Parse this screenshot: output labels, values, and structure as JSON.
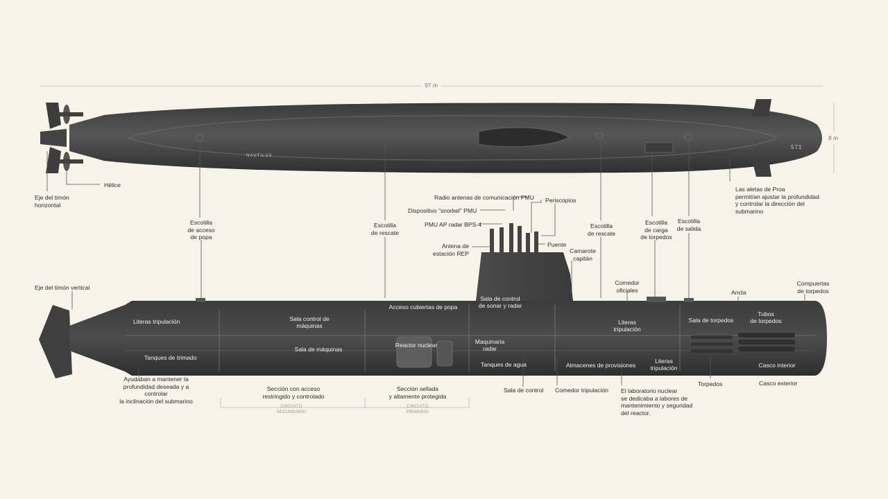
{
  "dimensions": {
    "length": "97 m",
    "height": "8 m"
  },
  "hull_markings": {
    "name": "NAUTILUS",
    "number": "571"
  },
  "top_view_labels": {
    "eje_timon_horizontal": "Eje del timón\nhorizontal",
    "helice": "Hélice",
    "aletas_proa": "Las aletas de Proa\npermitían ajustar la profundidad\ny controlar la dirección del\nsubmarino"
  },
  "exterior_labels": {
    "eje_timon_vertical": "Eje del timón vertical",
    "escotilla_popa": "Escotilla\nde acceso\nde popa",
    "escotilla_rescate_1": "Escotilla\nde rescate",
    "radio_antenas": "Radio antenas de comunicación PMU",
    "snorkel": "Dispositivo \"snorkel\" PMU",
    "radar_bps4": "PMU AP radar BPS-4",
    "antena_rep": "Antena de\nestación REP",
    "periscopios": "Periscopios",
    "puente": "Puente",
    "camarote_capitan": "Camarote\ncapitán",
    "escotilla_rescate_2": "Escotilla\nde rescate",
    "escotilla_carga": "Escotilla\nde carga\nde torpedos",
    "escotilla_salida": "Escotilla\nde salida",
    "comedor_oficiales": "Comedor\noficiales",
    "ancla": "Ancla",
    "compuertas_torpedos": "Compuertas\nde torpedos"
  },
  "interior_labels": {
    "literas_tripulacion_1": "Literas tripulación",
    "tanques_trimado": "Tanques de trimado",
    "sala_control_maquinas": "Sala control de\nmáquinas",
    "sala_maquinas": "Sala de máquinas",
    "acceso_cubiertas": "Acceso cubiertas de popa",
    "reactor_nuclear": "Reactor nuclear",
    "sala_sonar": "Sala de control\nde sonar y radar",
    "maquinaria_radar": "Maquinaria\nradar",
    "tanques_agua": "Tanques de agua",
    "literas_tripulacion_2": "Literas\ntripulación",
    "almacenes": "Almacenes de provisiones",
    "literas_tripulacion_3": "Literas\ntripulación",
    "sala_torpedos": "Sala de torpedos",
    "tubos_torpedos": "Tubos\nde torpedos",
    "casco_interior": "Casco interior"
  },
  "bottom_labels": {
    "tanques_desc": "Ayudaban a mantener la\nprofundidad deseada y a controlar\nla inclinación del submarino",
    "seccion_acceso": "Sección con acceso\nrestringido y controlado",
    "seccion_sellada": "Sección sellada\ny altamente protegida",
    "circuito_secundario": "CIRCUITO\nSECUNDARIO",
    "circuito_primario": "CIRCUITO\nPRIMARIO",
    "sala_control": "Sala de control",
    "comedor_tripulacion": "Comedor tripulación",
    "laboratorio": "El laboratorio nuclear\nse dedicaba a labores de\nmantenimiento y seguridad\ndel reactor.",
    "torpedos": "Torpedos",
    "casco_exterior": "Casco exterior"
  },
  "colors": {
    "background": "#f7f3e8",
    "hull": "#4a4a4a",
    "hull_dark": "#333333",
    "leader_line": "#555555"
  }
}
